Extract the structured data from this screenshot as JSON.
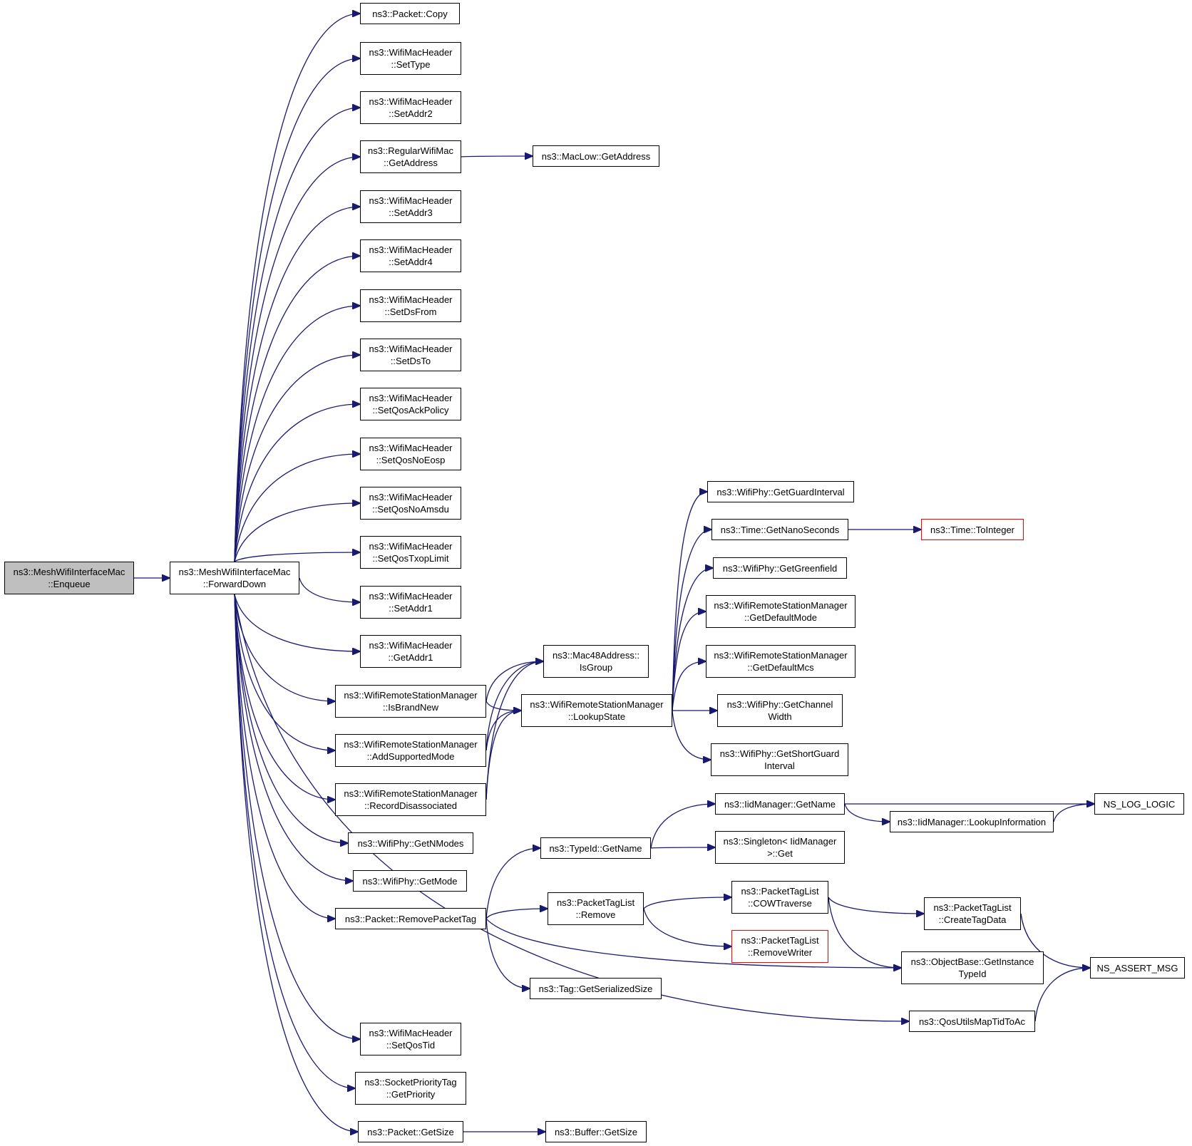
{
  "colors": {
    "edge": "#191970",
    "node_border": "#000000",
    "node_fill": "#ffffff",
    "root_fill": "#bfbfbf",
    "incomplete_border": "#ff0000"
  },
  "nodes": [
    {
      "id": "enqueue",
      "lines": [
        "ns3::MeshWifiInterfaceMac",
        "::Enqueue"
      ],
      "style": "root"
    },
    {
      "id": "forwarddown",
      "lines": [
        "ns3::MeshWifiInterfaceMac",
        "::ForwardDown"
      ]
    },
    {
      "id": "copy",
      "lines": [
        "ns3::Packet::Copy"
      ]
    },
    {
      "id": "settype",
      "lines": [
        "ns3::WifiMacHeader",
        "::SetType"
      ]
    },
    {
      "id": "setaddr2",
      "lines": [
        "ns3::WifiMacHeader",
        "::SetAddr2"
      ]
    },
    {
      "id": "getaddress",
      "lines": [
        "ns3::RegularWifiMac",
        "::GetAddress"
      ]
    },
    {
      "id": "maclow",
      "lines": [
        "ns3::MacLow::GetAddress"
      ]
    },
    {
      "id": "setaddr3",
      "lines": [
        "ns3::WifiMacHeader",
        "::SetAddr3"
      ]
    },
    {
      "id": "setaddr4",
      "lines": [
        "ns3::WifiMacHeader",
        "::SetAddr4"
      ]
    },
    {
      "id": "setdsfrom",
      "lines": [
        "ns3::WifiMacHeader",
        "::SetDsFrom"
      ]
    },
    {
      "id": "setdsto",
      "lines": [
        "ns3::WifiMacHeader",
        "::SetDsTo"
      ]
    },
    {
      "id": "setqosackpolicy",
      "lines": [
        "ns3::WifiMacHeader",
        "::SetQosAckPolicy"
      ]
    },
    {
      "id": "setqosnoeosp",
      "lines": [
        "ns3::WifiMacHeader",
        "::SetQosNoEosp"
      ]
    },
    {
      "id": "setqosnoamsdu",
      "lines": [
        "ns3::WifiMacHeader",
        "::SetQosNoAmsdu"
      ]
    },
    {
      "id": "setqostxoplimit",
      "lines": [
        "ns3::WifiMacHeader",
        "::SetQosTxopLimit"
      ]
    },
    {
      "id": "setaddr1",
      "lines": [
        "ns3::WifiMacHeader",
        "::SetAddr1"
      ]
    },
    {
      "id": "getaddr1",
      "lines": [
        "ns3::WifiMacHeader",
        "::GetAddr1"
      ]
    },
    {
      "id": "isbrandnew",
      "lines": [
        "ns3::WifiRemoteStationManager",
        "::IsBrandNew"
      ]
    },
    {
      "id": "addsupportedmode",
      "lines": [
        "ns3::WifiRemoteStationManager",
        "::AddSupportedMode"
      ]
    },
    {
      "id": "recorddisassociated",
      "lines": [
        "ns3::WifiRemoteStationManager",
        "::RecordDisassociated"
      ]
    },
    {
      "id": "getnmodes",
      "lines": [
        "ns3::WifiPhy::GetNModes"
      ]
    },
    {
      "id": "getmode",
      "lines": [
        "ns3::WifiPhy::GetMode"
      ]
    },
    {
      "id": "removepackettag",
      "lines": [
        "ns3::Packet::RemovePacketTag"
      ]
    },
    {
      "id": "setqostid",
      "lines": [
        "ns3::WifiMacHeader",
        "::SetQosTid"
      ]
    },
    {
      "id": "getpriority",
      "lines": [
        "ns3::SocketPriorityTag",
        "::GetPriority"
      ]
    },
    {
      "id": "packetgetsize",
      "lines": [
        "ns3::Packet::GetSize"
      ]
    },
    {
      "id": "buffergetsize",
      "lines": [
        "ns3::Buffer::GetSize"
      ]
    },
    {
      "id": "isgroup",
      "lines": [
        "ns3::Mac48Address::",
        "IsGroup"
      ]
    },
    {
      "id": "lookupstate",
      "lines": [
        "ns3::WifiRemoteStationManager",
        "::LookupState"
      ]
    },
    {
      "id": "getguardinterval",
      "lines": [
        "ns3::WifiPhy::GetGuardInterval"
      ]
    },
    {
      "id": "getnanoseconds",
      "lines": [
        "ns3::Time::GetNanoSeconds"
      ]
    },
    {
      "id": "tointeger",
      "lines": [
        "ns3::Time::ToInteger"
      ],
      "style": "red"
    },
    {
      "id": "getgreenfield",
      "lines": [
        "ns3::WifiPhy::GetGreenfield"
      ]
    },
    {
      "id": "getdefaultmode",
      "lines": [
        "ns3::WifiRemoteStationManager",
        "::GetDefaultMode"
      ]
    },
    {
      "id": "getdefaultmcs",
      "lines": [
        "ns3::WifiRemoteStationManager",
        "::GetDefaultMcs"
      ]
    },
    {
      "id": "getchannelwidth",
      "lines": [
        "ns3::WifiPhy::GetChannel",
        "Width"
      ]
    },
    {
      "id": "getshortguardinterval",
      "lines": [
        "ns3::WifiPhy::GetShortGuard",
        "Interval"
      ]
    },
    {
      "id": "typeidgetname",
      "lines": [
        "ns3::TypeId::GetName"
      ]
    },
    {
      "id": "iidgetname",
      "lines": [
        "ns3::IidManager::GetName"
      ]
    },
    {
      "id": "singletonget",
      "lines": [
        "ns3::Singleton< IidManager",
        ">::Get"
      ]
    },
    {
      "id": "lookupinformation",
      "lines": [
        "ns3::IidManager::LookupInformation"
      ]
    },
    {
      "id": "nsloglogic",
      "lines": [
        "NS_LOG_LOGIC"
      ]
    },
    {
      "id": "ptlremove",
      "lines": [
        "ns3::PacketTagList",
        "::Remove"
      ]
    },
    {
      "id": "cowtraverse",
      "lines": [
        "ns3::PacketTagList",
        "::COWTraverse"
      ]
    },
    {
      "id": "removewriter",
      "lines": [
        "ns3::PacketTagList",
        "::RemoveWriter"
      ],
      "style": "red"
    },
    {
      "id": "createtagdata",
      "lines": [
        "ns3::PacketTagList",
        "::CreateTagData"
      ]
    },
    {
      "id": "getinstancetypeid",
      "lines": [
        "ns3::ObjectBase::GetInstance",
        "TypeId"
      ]
    },
    {
      "id": "nsassertmsg",
      "lines": [
        "NS_ASSERT_MSG"
      ]
    },
    {
      "id": "getserializedsize",
      "lines": [
        "ns3::Tag::GetSerializedSize"
      ]
    },
    {
      "id": "qosutils",
      "lines": [
        "ns3::QosUtilsMapTidToAc"
      ]
    }
  ],
  "edges": [
    [
      "enqueue",
      "forwarddown"
    ],
    [
      "forwarddown",
      "copy"
    ],
    [
      "forwarddown",
      "settype"
    ],
    [
      "forwarddown",
      "setaddr2"
    ],
    [
      "forwarddown",
      "getaddress"
    ],
    [
      "forwarddown",
      "setaddr3"
    ],
    [
      "forwarddown",
      "setaddr4"
    ],
    [
      "forwarddown",
      "setdsfrom"
    ],
    [
      "forwarddown",
      "setdsto"
    ],
    [
      "forwarddown",
      "setqosackpolicy"
    ],
    [
      "forwarddown",
      "setqosnoeosp"
    ],
    [
      "forwarddown",
      "setqosnoamsdu"
    ],
    [
      "forwarddown",
      "setqostxoplimit"
    ],
    [
      "forwarddown",
      "setaddr1"
    ],
    [
      "forwarddown",
      "getaddr1"
    ],
    [
      "forwarddown",
      "isbrandnew"
    ],
    [
      "forwarddown",
      "addsupportedmode"
    ],
    [
      "forwarddown",
      "recorddisassociated"
    ],
    [
      "forwarddown",
      "getnmodes"
    ],
    [
      "forwarddown",
      "getmode"
    ],
    [
      "forwarddown",
      "removepackettag"
    ],
    [
      "forwarddown",
      "qosutils"
    ],
    [
      "forwarddown",
      "setqostid"
    ],
    [
      "forwarddown",
      "getpriority"
    ],
    [
      "forwarddown",
      "packetgetsize"
    ],
    [
      "getaddress",
      "maclow"
    ],
    [
      "isbrandnew",
      "isgroup"
    ],
    [
      "isbrandnew",
      "lookupstate"
    ],
    [
      "addsupportedmode",
      "isgroup"
    ],
    [
      "addsupportedmode",
      "lookupstate"
    ],
    [
      "recorddisassociated",
      "isgroup"
    ],
    [
      "recorddisassociated",
      "lookupstate"
    ],
    [
      "lookupstate",
      "getguardinterval"
    ],
    [
      "lookupstate",
      "getnanoseconds"
    ],
    [
      "lookupstate",
      "getgreenfield"
    ],
    [
      "lookupstate",
      "getdefaultmode"
    ],
    [
      "lookupstate",
      "getdefaultmcs"
    ],
    [
      "lookupstate",
      "getchannelwidth"
    ],
    [
      "lookupstate",
      "getshortguardinterval"
    ],
    [
      "getnanoseconds",
      "tointeger"
    ],
    [
      "removepackettag",
      "typeidgetname"
    ],
    [
      "removepackettag",
      "ptlremove"
    ],
    [
      "removepackettag",
      "getinstancetypeid"
    ],
    [
      "removepackettag",
      "getserializedsize"
    ],
    [
      "typeidgetname",
      "iidgetname"
    ],
    [
      "typeidgetname",
      "singletonget"
    ],
    [
      "iidgetname",
      "nsloglogic"
    ],
    [
      "iidgetname",
      "lookupinformation"
    ],
    [
      "lookupinformation",
      "nsloglogic"
    ],
    [
      "ptlremove",
      "cowtraverse"
    ],
    [
      "ptlremove",
      "removewriter"
    ],
    [
      "cowtraverse",
      "createtagdata"
    ],
    [
      "cowtraverse",
      "getinstancetypeid"
    ],
    [
      "createtagdata",
      "nsassertmsg"
    ],
    [
      "qosutils",
      "nsassertmsg"
    ],
    [
      "packetgetsize",
      "buffergetsize"
    ]
  ]
}
